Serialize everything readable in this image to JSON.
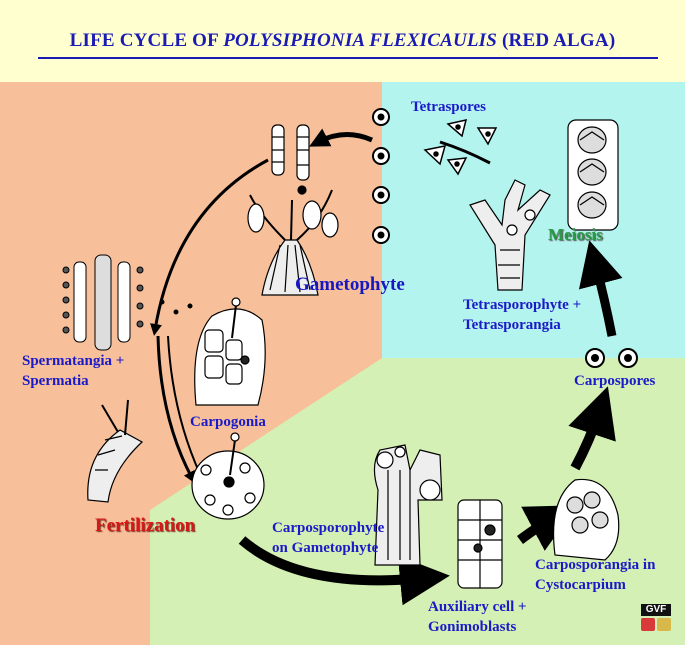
{
  "title": {
    "part1": "LIFE CYCLE OF ",
    "part2": "POLYSIPHONIA FLEXICAULIS",
    "part3": " (RED ALGA)"
  },
  "labels": {
    "tetraspores": "Tetraspores",
    "meiosis": "Meiosis",
    "gametophyte": "Gametophyte",
    "tetrasporophyte_1": "Tetrasporophyte +",
    "tetrasporophyte_2": "Tetrasporangia",
    "spermatangia_1": "Spermatangia +",
    "spermatangia_2": "Spermatia",
    "carpospores": "Carpospores",
    "carpogonia": "Carpogonia",
    "fertilization": "Fertilization",
    "carposporophyte_1": "Carposporophyte",
    "carposporophyte_2": "on Gametophyte",
    "carposporangia_1": "Carposporangia in",
    "carposporangia_2": "Cystocarpium",
    "auxiliary_1": "Auxiliary cell +",
    "auxiliary_2": "Gonimoblasts"
  },
  "logo": {
    "text": "GVF"
  },
  "colors": {
    "background": "#ffffd0",
    "gametophyte_zone": "#f7c09a",
    "tetrasporophyte_zone": "#b4f4ee",
    "carposporophyte_zone": "#d4f0b4",
    "label_blue": "#1a1ac8",
    "fertilization_red": "#d81818",
    "meiosis_green": "#2a9a4a"
  }
}
